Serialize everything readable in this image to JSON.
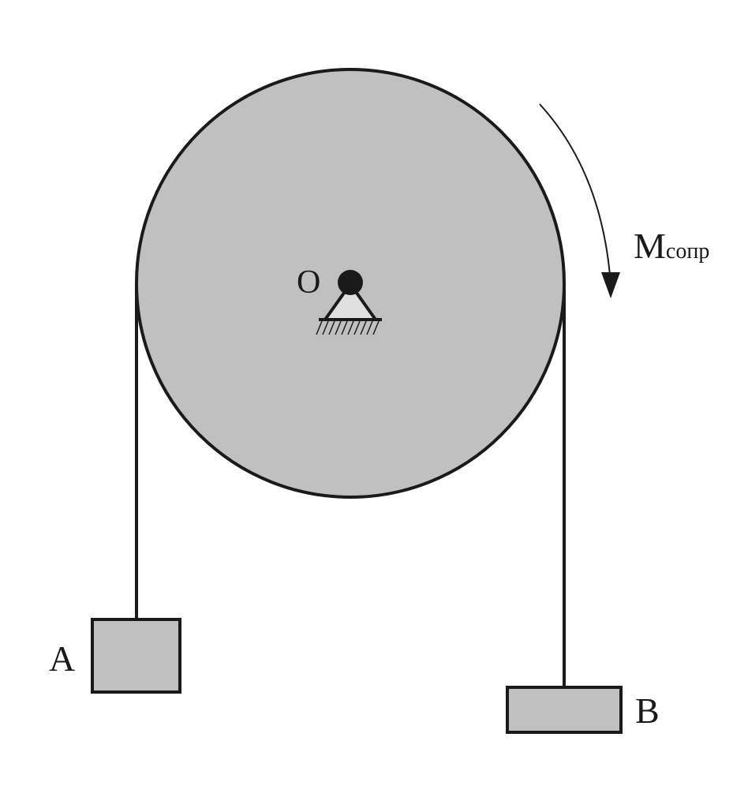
{
  "labels": {
    "pivot": "O",
    "block_a": "A",
    "block_b": "B",
    "moment_main": "M",
    "moment_sub": "сопр"
  },
  "colors": {
    "disk_fill": "#c0c0c0",
    "block_fill": "#c0c0c0",
    "support_fill": "#e0e0e0",
    "stroke": "#1a1a1a",
    "background": "#ffffff"
  }
}
